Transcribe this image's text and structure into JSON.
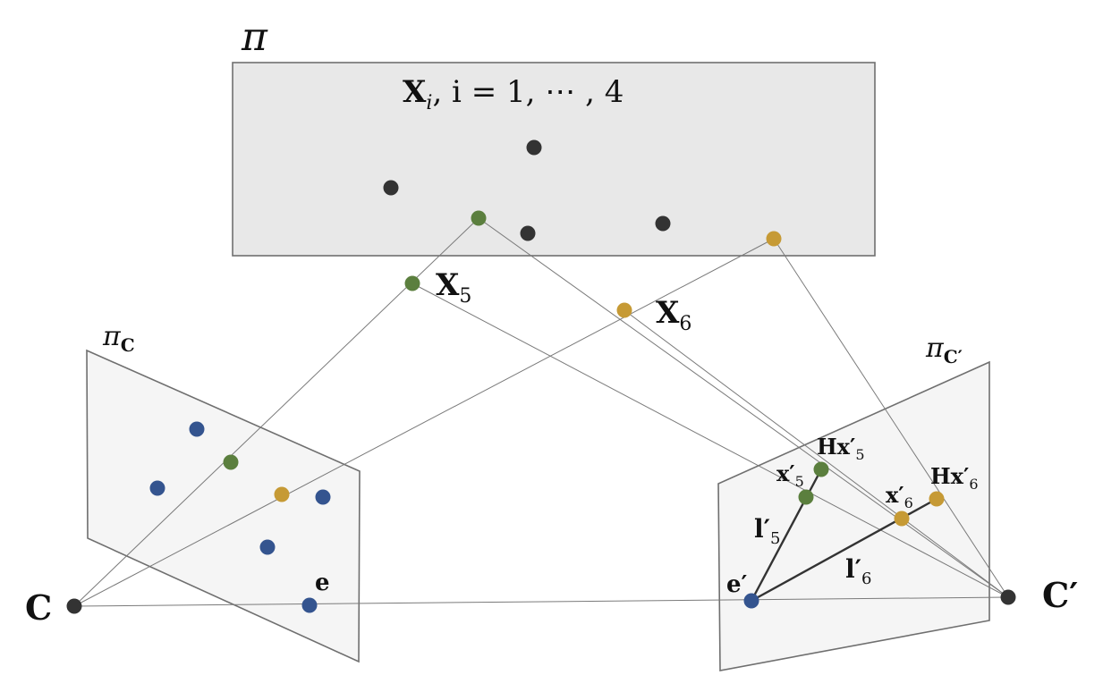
{
  "colors": {
    "world_point": "#333333",
    "camera_point": "#333333",
    "image_point": "#34548f",
    "point_5": "#5b7f3e",
    "point_6": "#c69a35",
    "plane_pi_fill": "#e8e8e8",
    "image_plane_fill": "#f5f5f5"
  },
  "labels": {
    "pi": "π",
    "Xi_caption": "X",
    "Xi_sub": "i",
    "Xi_rest": ",  i = 1, ⋯ , 4",
    "X5": "X",
    "X5_sub": "5",
    "X6": "X",
    "X6_sub": "6",
    "pi_C": "π",
    "pi_C_sub": "C",
    "pi_Cp": "π",
    "pi_Cp_sub": "C′",
    "C": "C",
    "Cp": "C′",
    "e": "e",
    "ep": "e′",
    "x5p": "x′",
    "x5p_sub": "5",
    "Hx5p": "Hx′",
    "Hx5p_sub": "5",
    "x6p": "x′",
    "x6p_sub": "6",
    "Hx6p": "Hx′",
    "Hx6p_sub": "6",
    "l5p": "l′",
    "l5p_sub": "5",
    "l6p": "l′",
    "l6p_sub": "6"
  }
}
